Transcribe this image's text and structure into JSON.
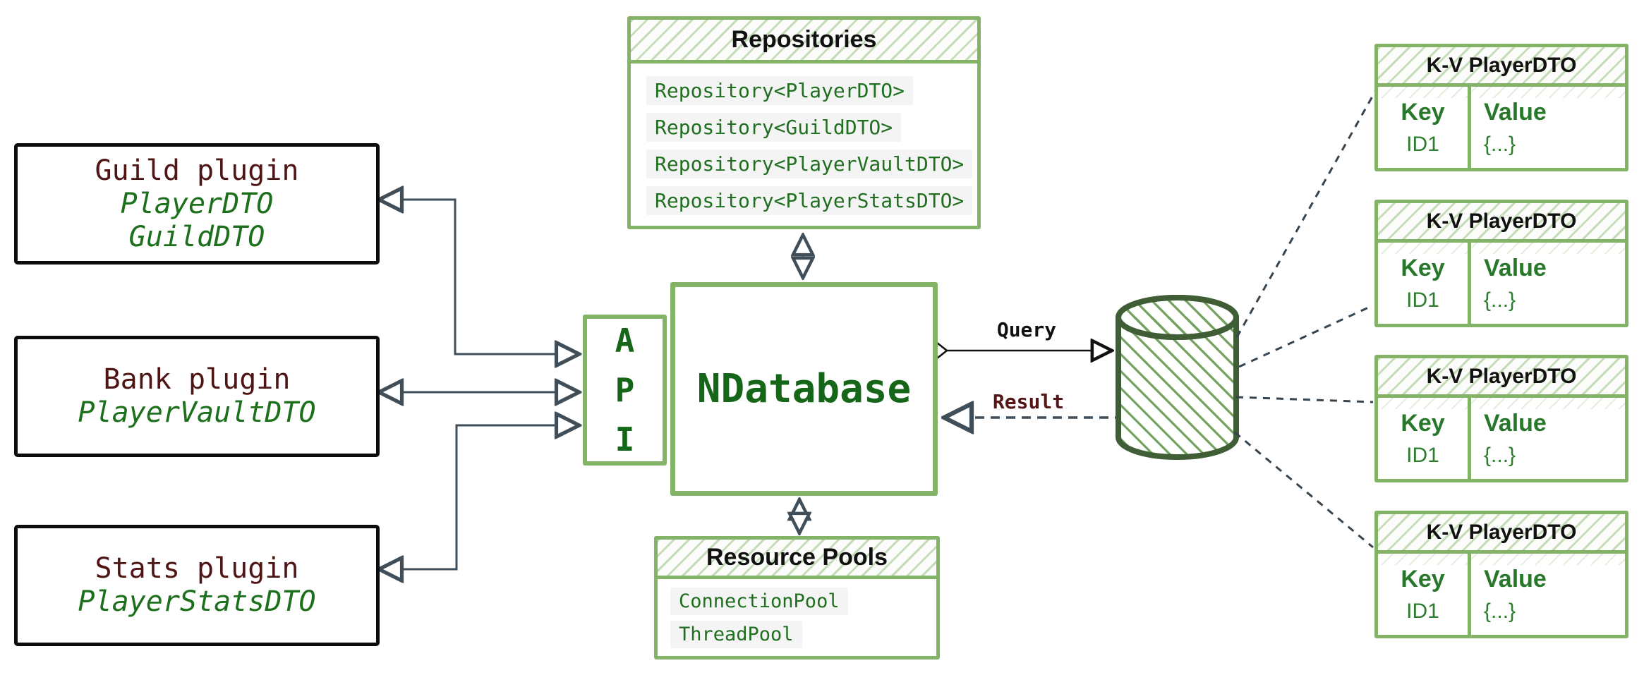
{
  "plugins": [
    {
      "title": "Guild plugin",
      "dtos": [
        "PlayerDTO",
        "GuildDTO"
      ]
    },
    {
      "title": "Bank plugin",
      "dtos": [
        "PlayerVaultDTO"
      ]
    },
    {
      "title": "Stats plugin",
      "dtos": [
        "PlayerStatsDTO"
      ]
    }
  ],
  "repositories": {
    "title": "Repositories",
    "items": [
      "Repository<PlayerDTO>",
      "Repository<GuildDTO>",
      "Repository<PlayerVaultDTO>",
      "Repository<PlayerStatsDTO>"
    ]
  },
  "api": {
    "letters": [
      "A",
      "P",
      "I"
    ]
  },
  "core": {
    "name": "NDatabase"
  },
  "resource_pools": {
    "title": "Resource Pools",
    "items": [
      "ConnectionPool",
      "ThreadPool"
    ]
  },
  "flow": {
    "query": "Query",
    "result": "Result"
  },
  "kv_table": {
    "title": "K-V PlayerDTO",
    "key_header": "Key",
    "value_header": "Value",
    "row": {
      "key": "ID1",
      "value": "{...}"
    }
  },
  "colors": {
    "green_border": "#82b366",
    "green_text_dark": "#156619",
    "green_text": "#1f6f1f",
    "maroon_text": "#4f1515",
    "slate_arrow": "#3f4e59",
    "cylinder_stroke": "#3f5e35",
    "item_row_bg": "#f4f4f4",
    "title_black": "#111111"
  }
}
